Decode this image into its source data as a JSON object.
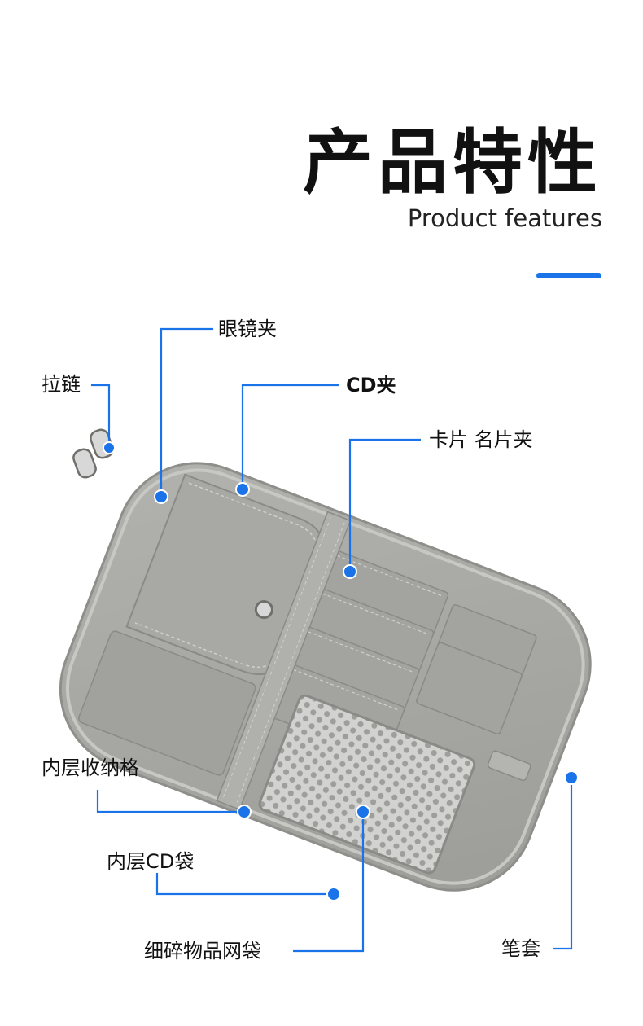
{
  "header": {
    "title": "产品特性",
    "subtitle": "Product features"
  },
  "colors": {
    "accent": "#1a73e8",
    "text": "#111111",
    "bag_body": "#a6a6a2",
    "mesh": "#c9c9c7"
  },
  "callouts": {
    "zipper": "拉链",
    "glasses_clip": "眼镜夹",
    "cd_clip": "CD夹",
    "card_holder": "卡片 名片夹",
    "inner_compartment": "内层收纳格",
    "inner_cd_pocket": "内层CD袋",
    "mesh_pocket": "细碎物品网袋",
    "pen_holder": "笔套"
  }
}
